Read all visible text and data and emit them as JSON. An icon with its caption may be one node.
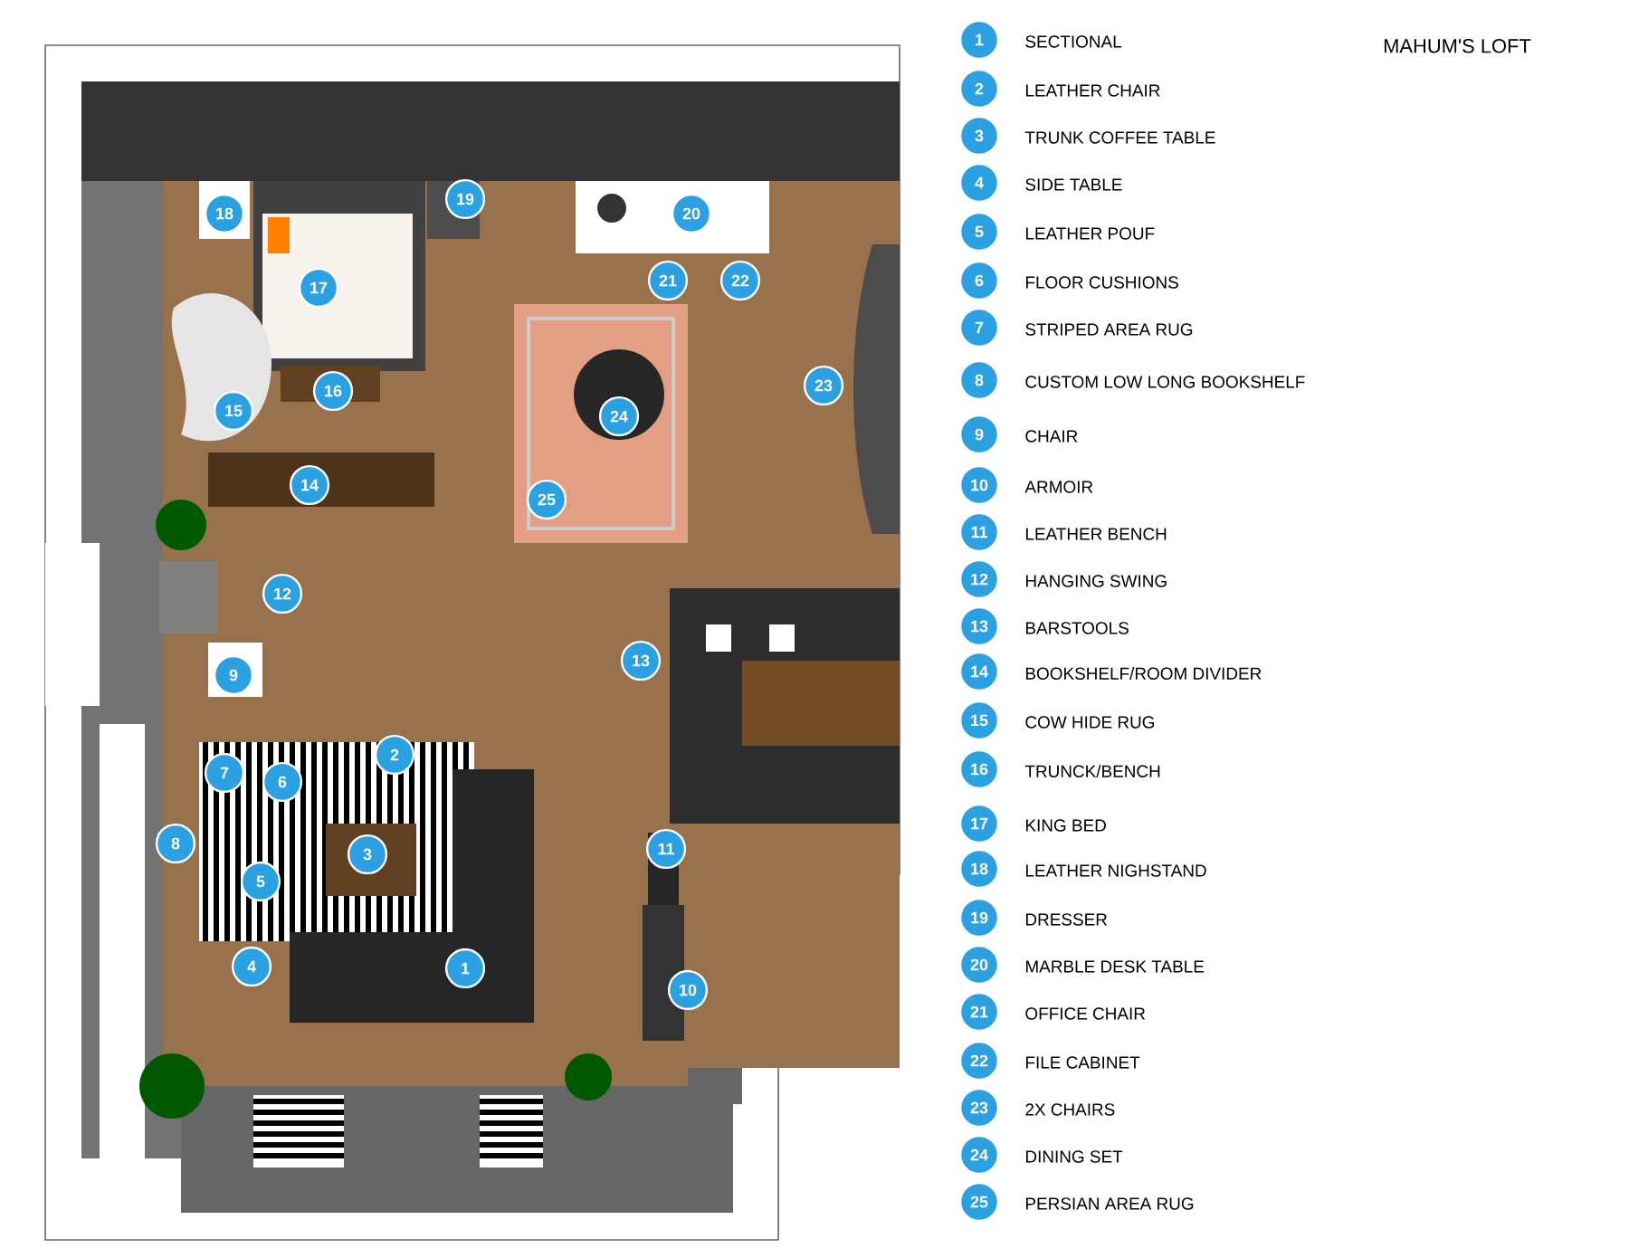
{
  "diagram": {
    "title": "MAHUM'S LOFT",
    "nodes": [
      {
        "text": [
          "1"
        ]
      },
      {
        "text": [
          "2"
        ]
      },
      {
        "text": [
          "3"
        ]
      },
      {
        "text": [
          "4"
        ]
      },
      {
        "text": [
          "5"
        ]
      },
      {
        "text": [
          "6"
        ]
      },
      {
        "text": [
          "7"
        ]
      },
      {
        "text": [
          "8"
        ]
      },
      {
        "text": [
          "9"
        ]
      },
      {
        "text": [
          "10"
        ]
      },
      {
        "text": [
          "11"
        ]
      },
      {
        "text": [
          "12"
        ]
      },
      {
        "text": [
          "13"
        ]
      },
      {
        "text": [
          "14"
        ]
      },
      {
        "text": [
          "15"
        ]
      },
      {
        "text": [
          "16"
        ]
      },
      {
        "text": [
          "17"
        ]
      },
      {
        "text": [
          "18"
        ]
      },
      {
        "text": [
          "19"
        ]
      },
      {
        "text": [
          "20"
        ]
      },
      {
        "text": [
          "21"
        ]
      },
      {
        "text": [
          "22"
        ]
      },
      {
        "text": [
          "23"
        ]
      },
      {
        "text": [
          "24"
        ]
      },
      {
        "text": [
          "25"
        ]
      },
      {
        "text": [
          "1"
        ],
        "beside": [
          "SECTIONAL"
        ]
      },
      {
        "text": [
          "2"
        ],
        "beside": [
          "LEATHER CHAIR"
        ]
      },
      {
        "text": [
          "3"
        ],
        "beside": [
          "TRUNK COFFEE TABLE"
        ]
      },
      {
        "text": [
          "4"
        ],
        "beside": [
          "SIDE TABLE"
        ]
      },
      {
        "text": [
          "5"
        ],
        "beside": [
          "LEATHER POUF"
        ]
      },
      {
        "text": [
          "6"
        ],
        "beside": [
          "FLOOR CUSHIONS"
        ]
      },
      {
        "text": [
          "7"
        ],
        "beside": [
          "STRIPED AREA RUG"
        ]
      },
      {
        "text": [
          "8"
        ],
        "beside": [
          "CUSTOM LOW LONG BOOKSHELF"
        ]
      },
      {
        "text": [
          "9"
        ],
        "beside": [
          "CHAIR"
        ]
      },
      {
        "text": [
          "10"
        ],
        "beside": [
          "ARMOIR"
        ]
      },
      {
        "text": [
          "11"
        ],
        "beside": [
          "LEATHER BENCH"
        ]
      },
      {
        "text": [
          "12"
        ],
        "beside": [
          "HANGING SWING"
        ]
      },
      {
        "text": [
          "13"
        ],
        "beside": [
          "BARSTOOLS"
        ]
      },
      {
        "text": [
          "14"
        ],
        "beside": [
          "BOOKSHELF/ROOM DIVIDER"
        ]
      },
      {
        "text": [
          "15"
        ],
        "beside": [
          "COW HIDE RUG"
        ]
      },
      {
        "text": [
          "16"
        ],
        "beside": [
          "TRUNCK/BENCH"
        ]
      },
      {
        "text": [
          "17"
        ],
        "beside": [
          "KING BED"
        ]
      },
      {
        "text": [
          "18"
        ],
        "beside": [
          "LEATHER NIGHSTAND"
        ]
      },
      {
        "text": [
          "19"
        ],
        "beside": [
          "DRESSER"
        ]
      },
      {
        "text": [
          "20"
        ],
        "beside": [
          "MARBLE DESK TABLE"
        ]
      },
      {
        "text": [
          "21"
        ],
        "beside": [
          "OFFICE CHAIR"
        ]
      },
      {
        "text": [
          "22"
        ],
        "beside": [
          "FILE CABINET"
        ]
      },
      {
        "text": [
          "23"
        ],
        "beside": [
          "2X CHAIRS"
        ]
      },
      {
        "text": [
          "24"
        ],
        "beside": [
          "DINING SET"
        ]
      },
      {
        "text": [
          "25"
        ],
        "beside": [
          "PERSIAN AREA RUG"
        ]
      }
    ]
  }
}
